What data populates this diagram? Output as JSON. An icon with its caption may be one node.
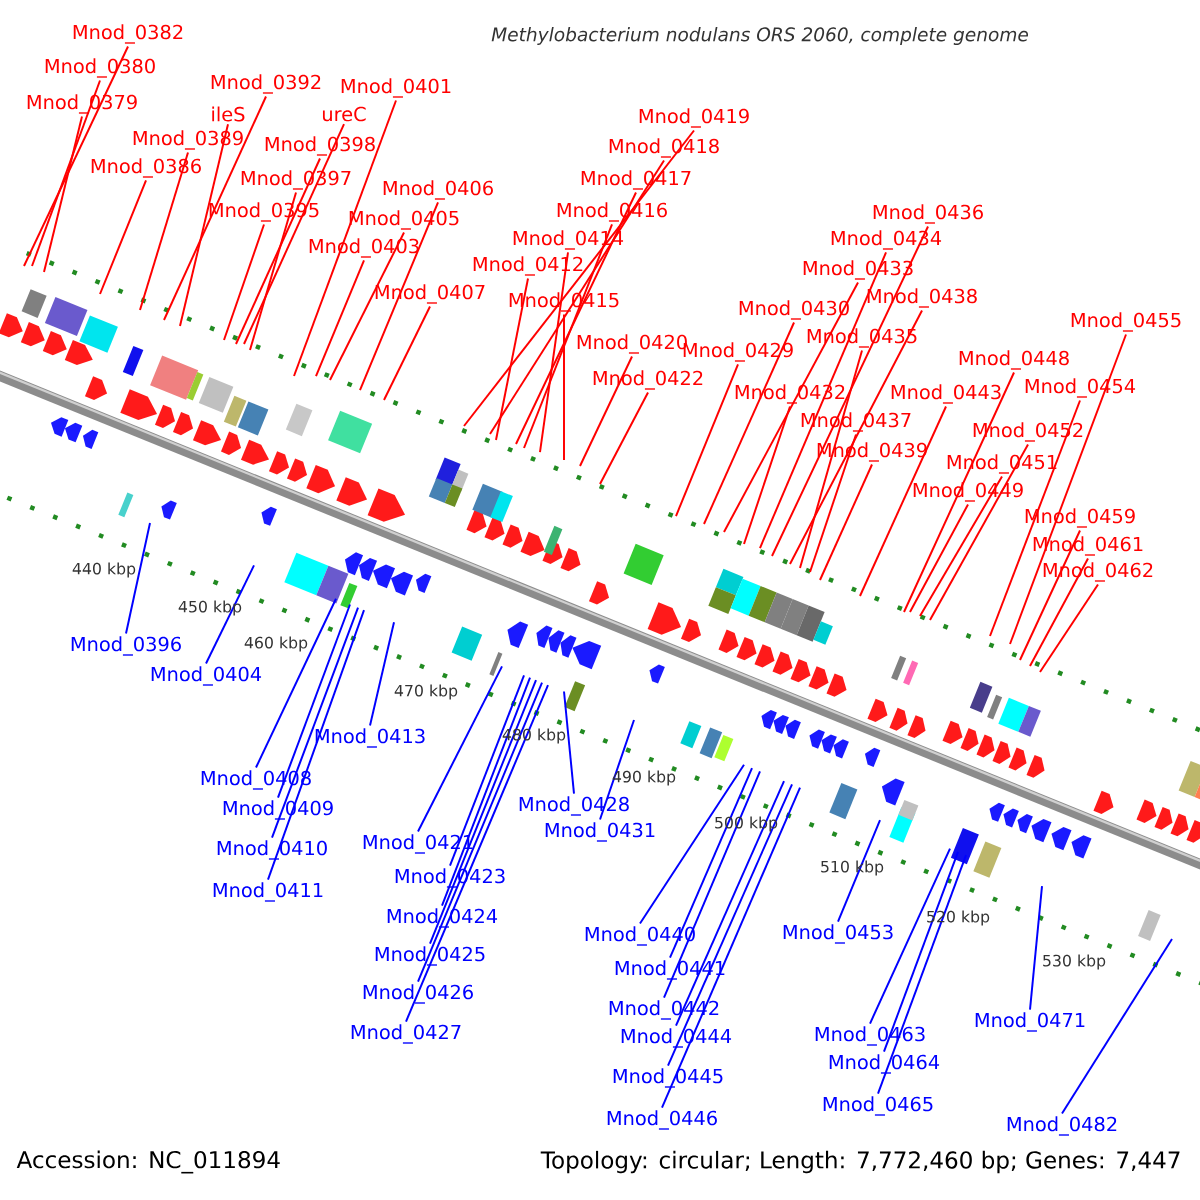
{
  "diagram": {
    "title": "Methylobacterium nodulans ORS 2060, complete genome",
    "nodes": [
      {
        "text": [
          "Mnod_0382"
        ]
      },
      {
        "text": [
          "Mnod_0380"
        ]
      },
      {
        "text": [
          "Mnod_0379"
        ]
      },
      {
        "text": [
          "Mnod_0386"
        ]
      },
      {
        "text": [
          "Mnod_0389"
        ]
      },
      {
        "text": [
          "Mnod_0392"
        ]
      },
      {
        "text": [
          "ileS"
        ]
      },
      {
        "text": [
          "Mnod_0401"
        ]
      },
      {
        "text": [
          "ureC"
        ]
      },
      {
        "text": [
          "Mnod_0398"
        ]
      },
      {
        "text": [
          "Mnod_0397"
        ]
      },
      {
        "text": [
          "Mnod_0395"
        ]
      },
      {
        "text": [
          "Mnod_0406"
        ]
      },
      {
        "text": [
          "Mnod_0405"
        ]
      },
      {
        "text": [
          "Mnod_0403"
        ]
      },
      {
        "text": [
          "Mnod_0407"
        ]
      },
      {
        "text": [
          "Mnod_0419"
        ]
      },
      {
        "text": [
          "Mnod_0418"
        ]
      },
      {
        "text": [
          "Mnod_0417"
        ]
      },
      {
        "text": [
          "Mnod_0416"
        ]
      },
      {
        "text": [
          "Mnod_0414"
        ]
      },
      {
        "text": [
          "Mnod_0412"
        ]
      },
      {
        "text": [
          "Mnod_0415"
        ]
      },
      {
        "text": [
          "Mnod_0420"
        ]
      },
      {
        "text": [
          "Mnod_0422"
        ]
      },
      {
        "text": [
          "Mnod_0436"
        ]
      },
      {
        "text": [
          "Mnod_0434"
        ]
      },
      {
        "text": [
          "Mnod_0433"
        ]
      },
      {
        "text": [
          "Mnod_0438"
        ]
      },
      {
        "text": [
          "Mnod_0430"
        ]
      },
      {
        "text": [
          "Mnod_0435"
        ]
      },
      {
        "text": [
          "Mnod_0429"
        ]
      },
      {
        "text": [
          "Mnod_0432"
        ]
      },
      {
        "text": [
          "Mnod_0437"
        ]
      },
      {
        "text": [
          "Mnod_0439"
        ]
      },
      {
        "text": [
          "Mnod_0443"
        ]
      },
      {
        "text": [
          "Mnod_0455"
        ]
      },
      {
        "text": [
          "Mnod_0448"
        ]
      },
      {
        "text": [
          "Mnod_0454"
        ]
      },
      {
        "text": [
          "Mnod_0452"
        ]
      },
      {
        "text": [
          "Mnod_0451"
        ]
      },
      {
        "text": [
          "Mnod_0449"
        ]
      },
      {
        "text": [
          "Mnod_0459"
        ]
      },
      {
        "text": [
          "Mnod_0461"
        ]
      },
      {
        "text": [
          "Mnod_0462"
        ]
      },
      {
        "text": [
          "Mnod_0396"
        ]
      },
      {
        "text": [
          "Mnod_0404"
        ]
      },
      {
        "text": [
          "Mnod_0408"
        ]
      },
      {
        "text": [
          "Mnod_0413"
        ]
      },
      {
        "text": [
          "Mnod_0409"
        ]
      },
      {
        "text": [
          "Mnod_0410"
        ]
      },
      {
        "text": [
          "Mnod_0411"
        ]
      },
      {
        "text": [
          "Mnod_0428"
        ]
      },
      {
        "text": [
          "Mnod_0431"
        ]
      },
      {
        "text": [
          "Mnod_0421"
        ]
      },
      {
        "text": [
          "Mnod_0423"
        ]
      },
      {
        "text": [
          "Mnod_0424"
        ]
      },
      {
        "text": [
          "Mnod_0425"
        ]
      },
      {
        "text": [
          "Mnod_0426"
        ]
      },
      {
        "text": [
          "Mnod_0427"
        ]
      },
      {
        "text": [
          "Mnod_0453"
        ]
      },
      {
        "text": [
          "Mnod_0440"
        ]
      },
      {
        "text": [
          "Mnod_0441"
        ]
      },
      {
        "text": [
          "Mnod_0442"
        ]
      },
      {
        "text": [
          "Mnod_0444"
        ]
      },
      {
        "text": [
          "Mnod_0445"
        ]
      },
      {
        "text": [
          "Mnod_0446"
        ]
      },
      {
        "text": [
          "Mnod_0471"
        ]
      },
      {
        "text": [
          "Mnod_0463"
        ]
      },
      {
        "text": [
          "Mnod_0464"
        ]
      },
      {
        "text": [
          "Mnod_0465"
        ]
      },
      {
        "text": [
          "Mnod_0482"
        ]
      }
    ],
    "edges": [
      {
        "from": 0,
        "to": null,
        "arrow": "none"
      },
      {
        "from": 1,
        "to": null,
        "arrow": "none"
      },
      {
        "from": 2,
        "to": null,
        "arrow": "none"
      },
      {
        "from": 3,
        "to": null,
        "arrow": "none"
      },
      {
        "from": 4,
        "to": null,
        "arrow": "none"
      },
      {
        "from": 5,
        "to": null,
        "arrow": "none"
      },
      {
        "from": 6,
        "to": null,
        "arrow": "none"
      },
      {
        "from": 7,
        "to": null,
        "arrow": "none"
      },
      {
        "from": 8,
        "to": null,
        "arrow": "none"
      },
      {
        "from": 9,
        "to": null,
        "arrow": "none"
      },
      {
        "from": 10,
        "to": null,
        "arrow": "none"
      },
      {
        "from": 11,
        "to": null,
        "arrow": "none"
      },
      {
        "from": 12,
        "to": null,
        "arrow": "none"
      },
      {
        "from": 13,
        "to": null,
        "arrow": "none"
      },
      {
        "from": 14,
        "to": null,
        "arrow": "none"
      },
      {
        "from": 15,
        "to": null,
        "arrow": "none"
      },
      {
        "from": 16,
        "to": null,
        "arrow": "none"
      },
      {
        "from": 17,
        "to": null,
        "arrow": "none"
      },
      {
        "from": 18,
        "to": null,
        "arrow": "none"
      },
      {
        "from": 19,
        "to": null,
        "arrow": "none"
      },
      {
        "from": 20,
        "to": null,
        "arrow": "none"
      },
      {
        "from": 21,
        "to": null,
        "arrow": "none"
      },
      {
        "from": 22,
        "to": null,
        "arrow": "none"
      },
      {
        "from": 23,
        "to": null,
        "arrow": "none"
      },
      {
        "from": 24,
        "to": null,
        "arrow": "none"
      },
      {
        "from": 25,
        "to": null,
        "arrow": "none"
      },
      {
        "from": 26,
        "to": null,
        "arrow": "none"
      },
      {
        "from": 27,
        "to": null,
        "arrow": "none"
      },
      {
        "from": 28,
        "to": null,
        "arrow": "none"
      },
      {
        "from": 29,
        "to": null,
        "arrow": "none"
      },
      {
        "from": 30,
        "to": null,
        "arrow": "none"
      },
      {
        "from": 31,
        "to": null,
        "arrow": "none"
      },
      {
        "from": 32,
        "to": null,
        "arrow": "none"
      },
      {
        "from": 33,
        "to": null,
        "arrow": "none"
      },
      {
        "from": 34,
        "to": null,
        "arrow": "none"
      },
      {
        "from": 35,
        "to": null,
        "arrow": "none"
      },
      {
        "from": 36,
        "to": null,
        "arrow": "none"
      },
      {
        "from": 37,
        "to": null,
        "arrow": "none"
      },
      {
        "from": 38,
        "to": null,
        "arrow": "none"
      },
      {
        "from": 39,
        "to": null,
        "arrow": "none"
      },
      {
        "from": 40,
        "to": null,
        "arrow": "none"
      },
      {
        "from": 41,
        "to": null,
        "arrow": "none"
      },
      {
        "from": 42,
        "to": null,
        "arrow": "none"
      },
      {
        "from": 43,
        "to": null,
        "arrow": "none"
      },
      {
        "from": 44,
        "to": null,
        "arrow": "none"
      },
      {
        "from": 45,
        "to": null,
        "arrow": "none",
        "color": "#0000ff"
      },
      {
        "from": 46,
        "to": null,
        "arrow": "none",
        "color": "#0000ff"
      },
      {
        "from": 47,
        "to": null,
        "arrow": "none",
        "color": "#0000ff"
      },
      {
        "from": 48,
        "to": null,
        "arrow": "none",
        "color": "#0000ff"
      },
      {
        "from": 49,
        "to": null,
        "arrow": "none",
        "color": "#0000ff"
      },
      {
        "from": 50,
        "to": null,
        "arrow": "none",
        "color": "#0000ff"
      },
      {
        "from": 51,
        "to": null,
        "arrow": "none",
        "color": "#0000ff"
      },
      {
        "from": 52,
        "to": null,
        "arrow": "none",
        "color": "#0000ff"
      },
      {
        "from": 53,
        "to": null,
        "arrow": "none",
        "color": "#0000ff"
      },
      {
        "from": 54,
        "to": null,
        "arrow": "none",
        "color": "#0000ff"
      },
      {
        "from": 55,
        "to": null,
        "arrow": "none",
        "color": "#0000ff"
      },
      {
        "from": 56,
        "to": null,
        "arrow": "none",
        "color": "#0000ff"
      },
      {
        "from": 57,
        "to": null,
        "arrow": "none",
        "color": "#0000ff"
      },
      {
        "from": 58,
        "to": null,
        "arrow": "none",
        "color": "#0000ff"
      },
      {
        "from": 59,
        "to": null,
        "arrow": "none",
        "color": "#0000ff"
      },
      {
        "from": 60,
        "to": null,
        "arrow": "none",
        "color": "#0000ff"
      },
      {
        "from": 61,
        "to": null,
        "arrow": "none",
        "color": "#0000ff"
      },
      {
        "from": 62,
        "to": null,
        "arrow": "none",
        "color": "#0000ff"
      },
      {
        "from": 63,
        "to": null,
        "arrow": "none",
        "color": "#0000ff"
      },
      {
        "from": 64,
        "to": null,
        "arrow": "none",
        "color": "#0000ff"
      },
      {
        "from": 65,
        "to": null,
        "arrow": "none",
        "color": "#0000ff"
      },
      {
        "from": 66,
        "to": null,
        "arrow": "none",
        "color": "#0000ff"
      },
      {
        "from": 67,
        "to": null,
        "arrow": "none",
        "color": "#0000ff"
      },
      {
        "from": 68,
        "to": null,
        "arrow": "none",
        "color": "#0000ff"
      },
      {
        "from": 69,
        "to": null,
        "arrow": "none",
        "color": "#0000ff"
      },
      {
        "from": 70,
        "to": null,
        "arrow": "none",
        "color": "#0000ff"
      },
      {
        "from": 71,
        "to": null,
        "arrow": "none",
        "color": "#0000ff"
      }
    ],
    "labels": [
      "440 kbp",
      "450 kbp",
      "460 kbp",
      "470 kbp",
      "480 kbp",
      "490 kbp",
      "500 kbp",
      "510 kbp",
      "520 kbp",
      "530 kbp",
      "Accession: NC_011894",
      "Topology: circular; Length: 7,772,460 bp; Genes: 7,447"
    ]
  }
}
